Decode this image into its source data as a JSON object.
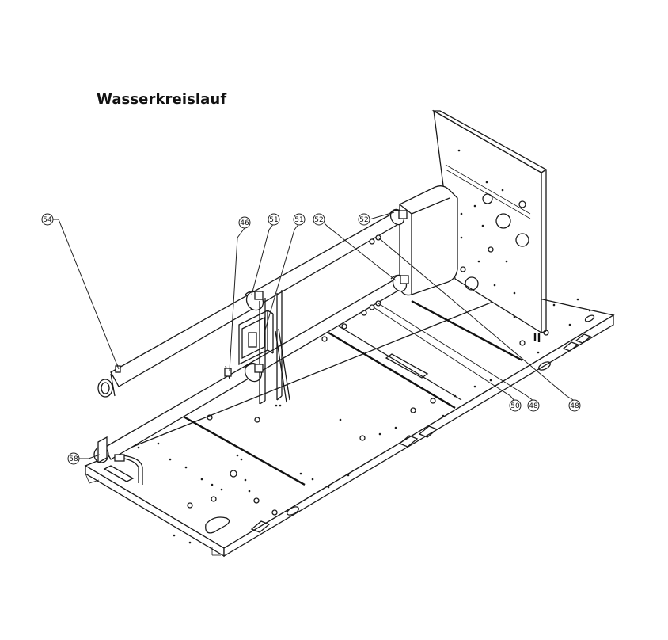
{
  "title": "Wasserkreislauf",
  "callouts": [
    {
      "label": "54"
    },
    {
      "label": "46"
    },
    {
      "label": "51"
    },
    {
      "label": "51"
    },
    {
      "label": "52"
    },
    {
      "label": "52"
    },
    {
      "label": "58"
    },
    {
      "label": "50"
    },
    {
      "label": "48"
    },
    {
      "label": "48"
    }
  ],
  "colors": {
    "line": "#1a1a1a",
    "background": "#ffffff"
  }
}
